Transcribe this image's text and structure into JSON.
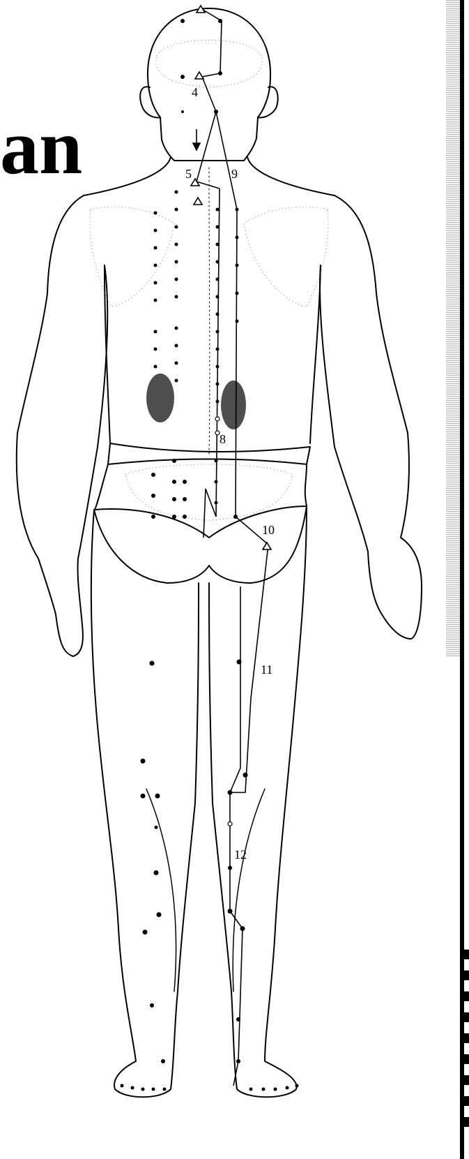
{
  "heading": "an",
  "meridian_labels": [
    {
      "id": "4",
      "text": "4"
    },
    {
      "id": "5",
      "text": "5"
    },
    {
      "id": "9",
      "text": "9"
    },
    {
      "id": "8",
      "text": "8"
    },
    {
      "id": "10",
      "text": "10"
    },
    {
      "id": "11",
      "text": "11"
    },
    {
      "id": "12",
      "text": "12"
    }
  ],
  "colors": {
    "ink": "#000000",
    "paper": "#ffffff",
    "speckle": "#9a9a9a"
  }
}
